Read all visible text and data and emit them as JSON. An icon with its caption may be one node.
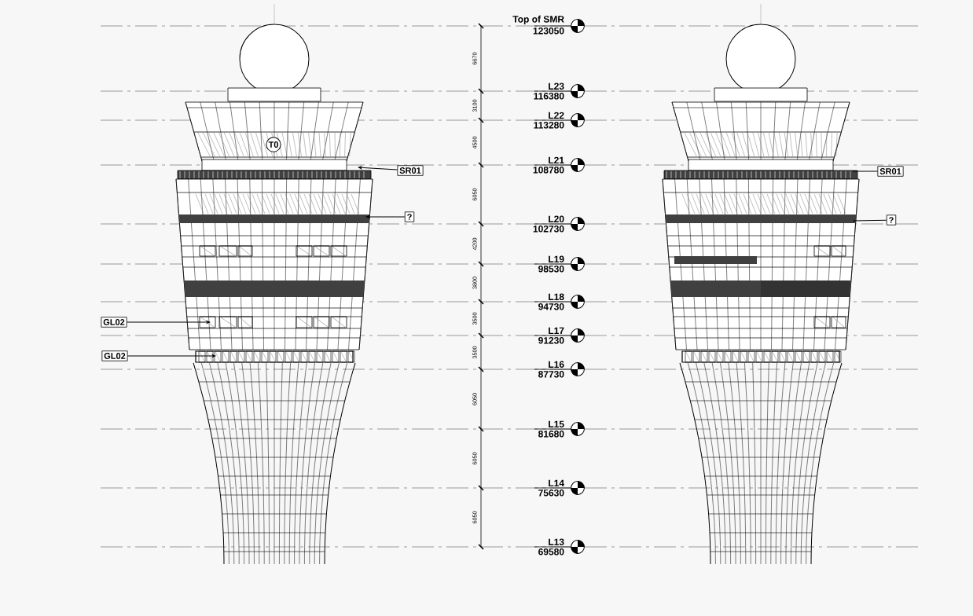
{
  "diagram": {
    "nodes": [
      {
        "text": [
          "T0"
        ]
      },
      {
        "text": [
          "SR01"
        ]
      },
      {
        "text": [
          "SR01"
        ]
      },
      {
        "text": [
          "?"
        ]
      },
      {
        "text": [
          "?"
        ]
      },
      {
        "text": [
          "GL02"
        ]
      },
      {
        "text": [
          "GL02"
        ]
      },
      {
        "text": [
          "Top of SMR",
          "123050"
        ]
      },
      {
        "text": [
          "L23",
          "116380"
        ]
      },
      {
        "text": [
          "L22",
          "113280"
        ]
      },
      {
        "text": [
          "L21",
          "108780"
        ]
      },
      {
        "text": [
          "L20",
          "102730"
        ]
      },
      {
        "text": [
          "L19",
          "98530"
        ]
      },
      {
        "text": [
          "L18",
          "94730"
        ]
      },
      {
        "text": [
          "L17",
          "91230"
        ]
      },
      {
        "text": [
          "L16",
          "87730"
        ]
      },
      {
        "text": [
          "L15",
          "81680"
        ]
      },
      {
        "text": [
          "L14",
          "75630"
        ]
      },
      {
        "text": [
          "L13",
          "69580"
        ]
      }
    ],
    "edges": [
      {
        "from": 1,
        "to": null,
        "arrow": "to"
      },
      {
        "from": 2,
        "to": null,
        "arrow": "none"
      },
      {
        "from": 3,
        "to": null,
        "arrow": "to"
      },
      {
        "from": 4,
        "to": null,
        "arrow": "none"
      },
      {
        "from": 5,
        "to": null,
        "arrow": "to"
      },
      {
        "from": 6,
        "to": null,
        "arrow": "to"
      }
    ],
    "labels": [
      "6670",
      "3100",
      "4500",
      "6050",
      "4200",
      "3800",
      "3500",
      "3500",
      "6050",
      "6050",
      "6050"
    ]
  }
}
